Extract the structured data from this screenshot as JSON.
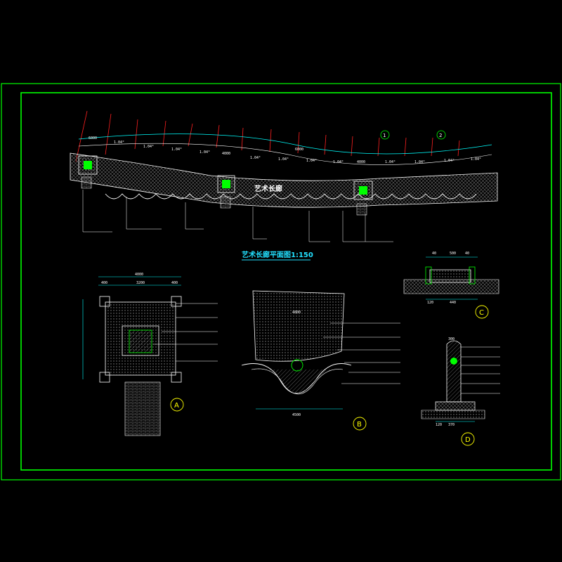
{
  "colors": {
    "frame": "#00ff00",
    "dimension": "#00ffff",
    "grid_line": "#ff2020",
    "callout": "#ffff00",
    "title": "#22e0ff",
    "hatch": "#8a8a8a",
    "fill": "#00ff00"
  },
  "plan": {
    "title": "艺术长廊平面图1:150",
    "center_label": "艺术长廊",
    "axis_marks": [
      "1",
      "2"
    ],
    "dims_top": [
      "1.04°",
      "1.04°",
      "1.04°",
      "1.04°",
      "1.04°",
      "1.04°",
      "1.04°",
      "1.04°",
      "1.04°",
      "1.04°",
      "1.04°",
      "1.04°"
    ],
    "dims_span": [
      "6000",
      "4000",
      "6000",
      "4000"
    ]
  },
  "detail_a": {
    "mark": "A",
    "dims": [
      "4000",
      "3200",
      "400",
      "400"
    ]
  },
  "detail_b": {
    "mark": "B",
    "dims": [
      "4800",
      "4500"
    ]
  },
  "detail_c": {
    "mark": "C",
    "dims": [
      "40",
      "500",
      "40",
      "440",
      "120"
    ]
  },
  "detail_d": {
    "mark": "D",
    "dims": [
      "300",
      "370",
      "120"
    ]
  }
}
